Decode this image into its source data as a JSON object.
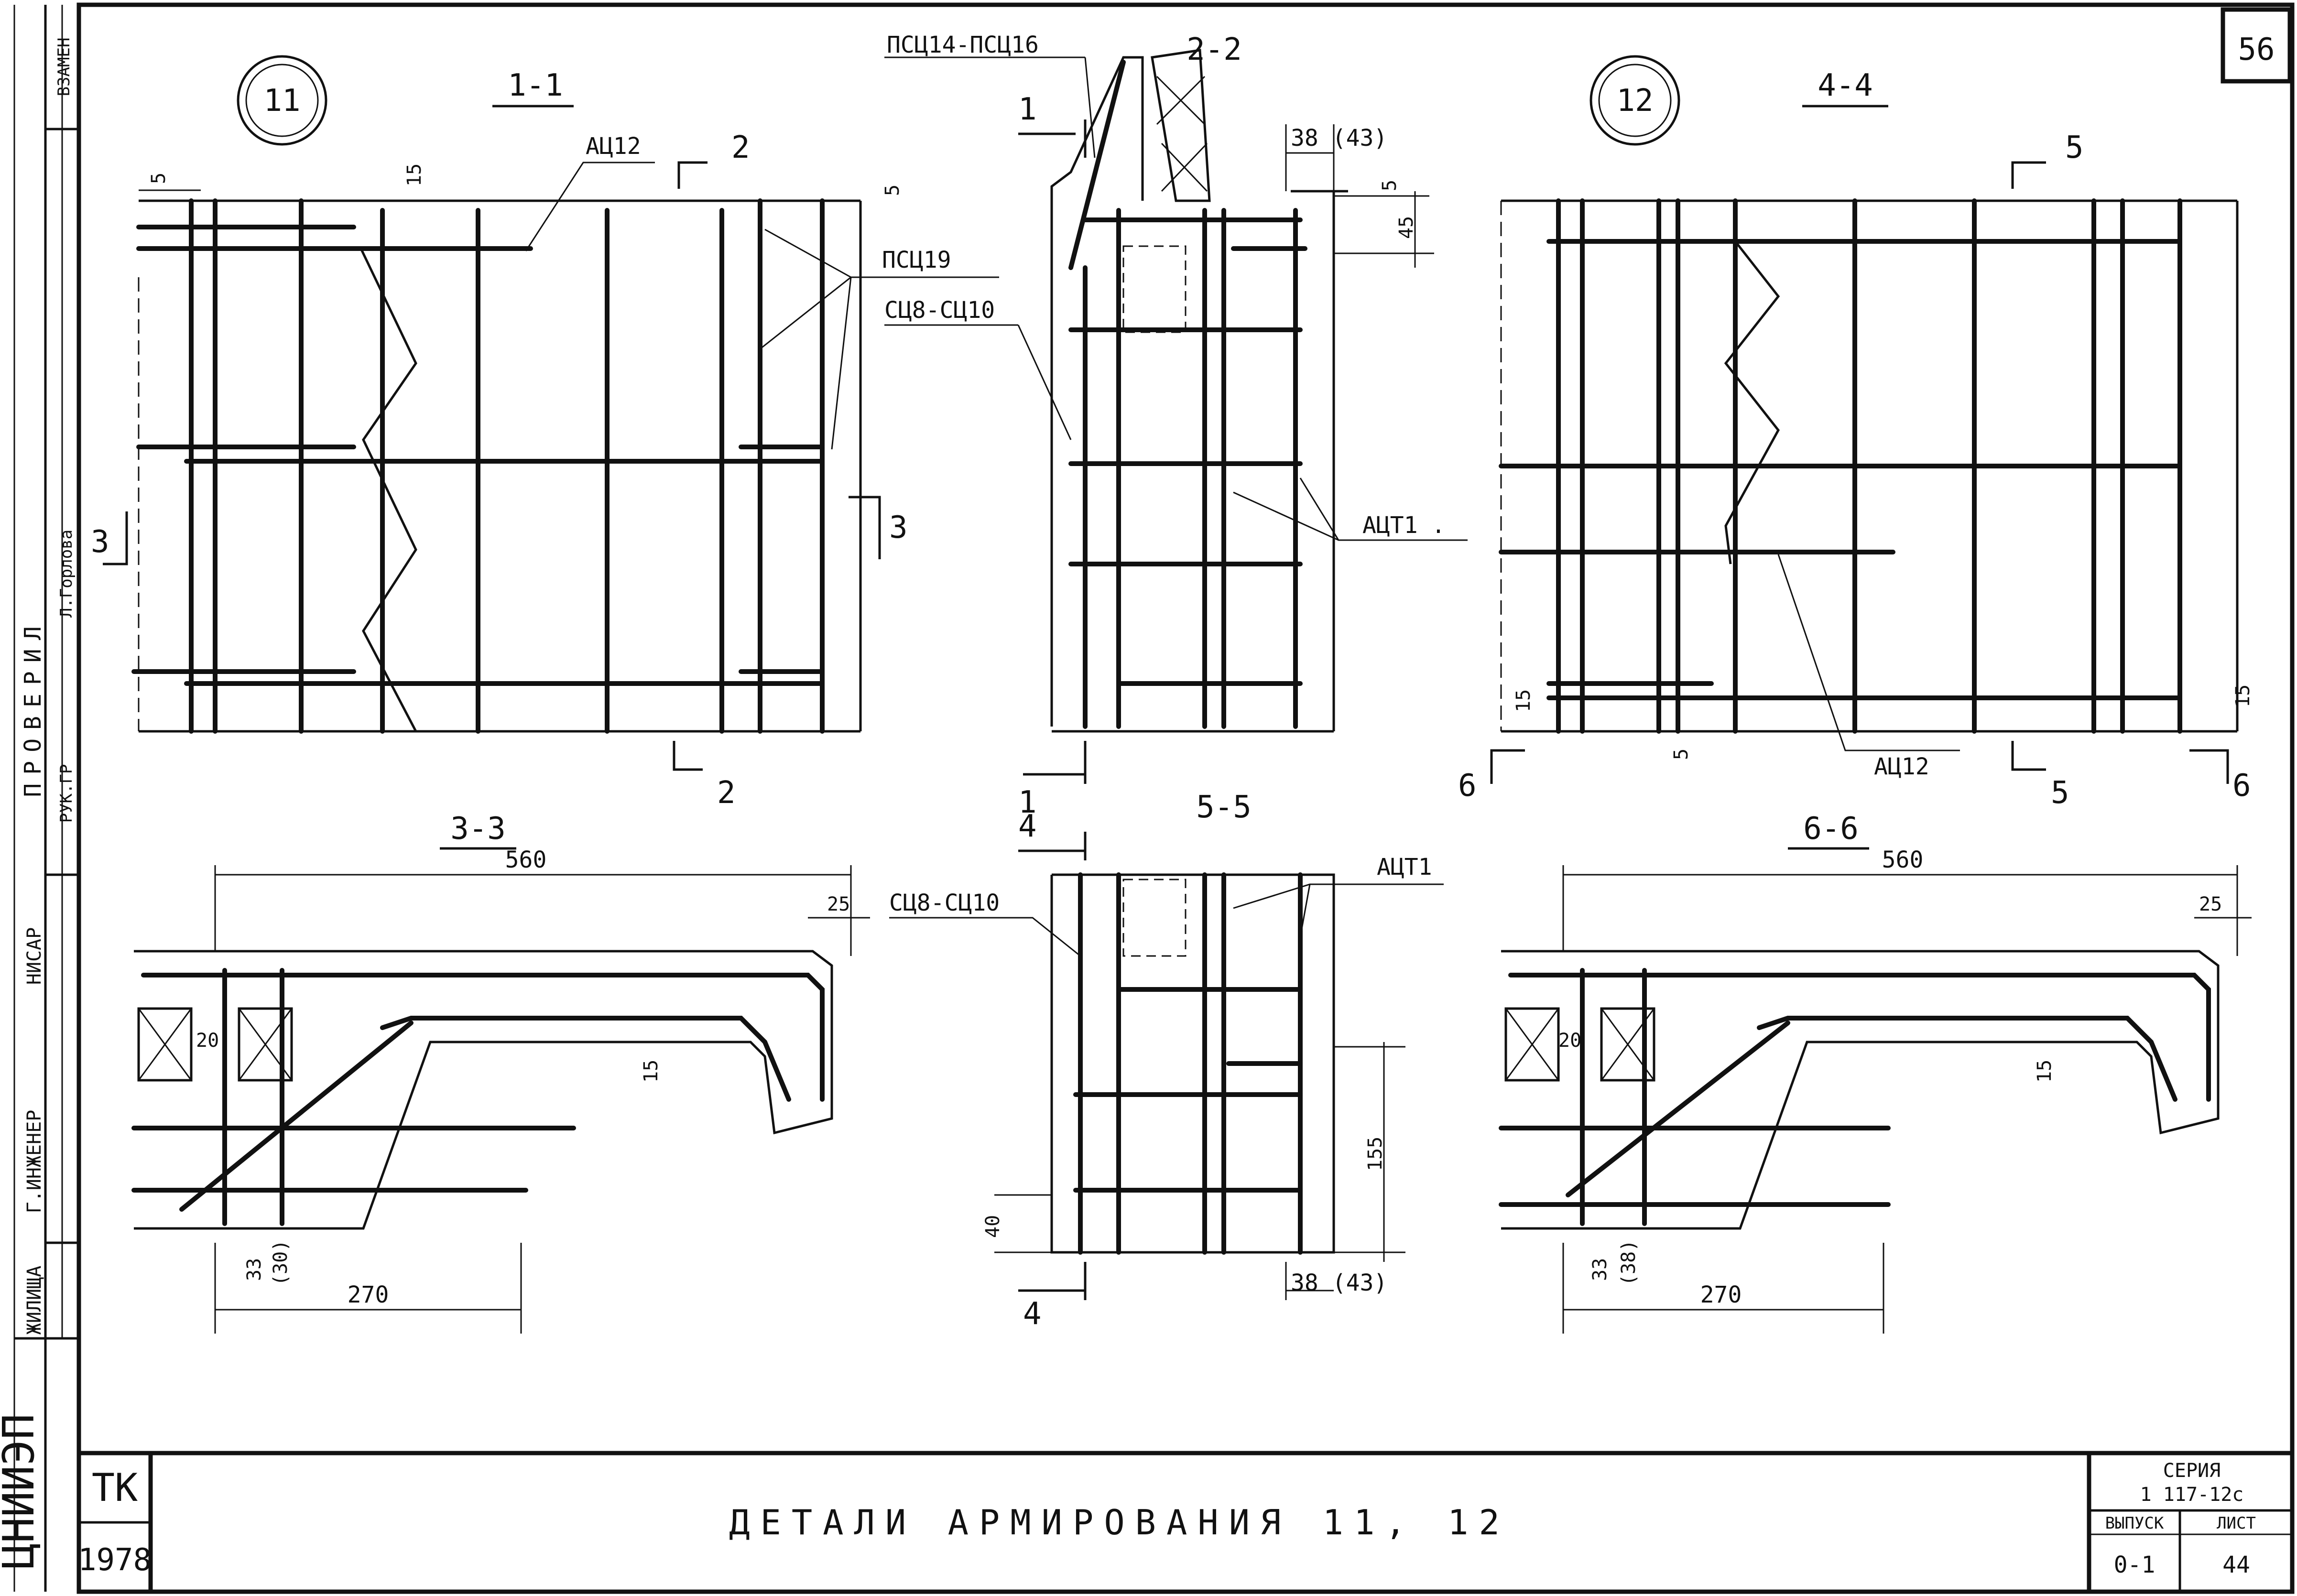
{
  "sheet": {
    "page_no": "56",
    "title": "ДЕТАЛИ АРМИРОВАНИЯ 11, 12",
    "stamp_tk": "ТК",
    "stamp_year": "1978",
    "series_label": "СЕРИЯ",
    "series_value": "1 117-12с",
    "issue_label": "ВЫПУСК",
    "issue_value": "0-1",
    "sheet_label": "ЛИСТ",
    "sheet_value": "44"
  },
  "side_strip": {
    "vzamen": "ВЗАМЕН",
    "proveril": "ПРОВЕРИЛ",
    "checker": "Л.Горлова",
    "ruk_gr": "РУК.ГР",
    "ingener": "Г.ИНЖЕНЕР",
    "nikisar": "НИСАР",
    "gil": "ЖИЛИЩА",
    "org": "ЦНИИЭП"
  },
  "views": {
    "detail_11": "11",
    "detail_12": "12",
    "sec_1_1": "1-1",
    "sec_2_2": "2-2",
    "sec_3_3": "3-3",
    "sec_4_4": "4-4",
    "sec_5_5": "5-5",
    "sec_6_6": "6-6"
  },
  "cut_marks": {
    "c1": "1",
    "c2": "2",
    "c3": "3",
    "c4": "4",
    "c5": "5",
    "c6": "6"
  },
  "labels": {
    "ac12": "АЦ12",
    "pc19": "ПСЦ19",
    "pc14_16": "ПСЦ14-ПСЦ16",
    "sc8_10": "СЦ8-СЦ10",
    "act1_dot": "АЦТ1 .",
    "act1": "АЦТ1"
  },
  "dims": {
    "d5": "5",
    "d15": "15",
    "d38_43": "38 (43)",
    "d45": "45",
    "d155": "155",
    "d40": "40",
    "d560": "560",
    "d25": "25",
    "d20": "20",
    "d270": "270",
    "d33": "33",
    "d30": "(30)",
    "d38": "(38)"
  }
}
